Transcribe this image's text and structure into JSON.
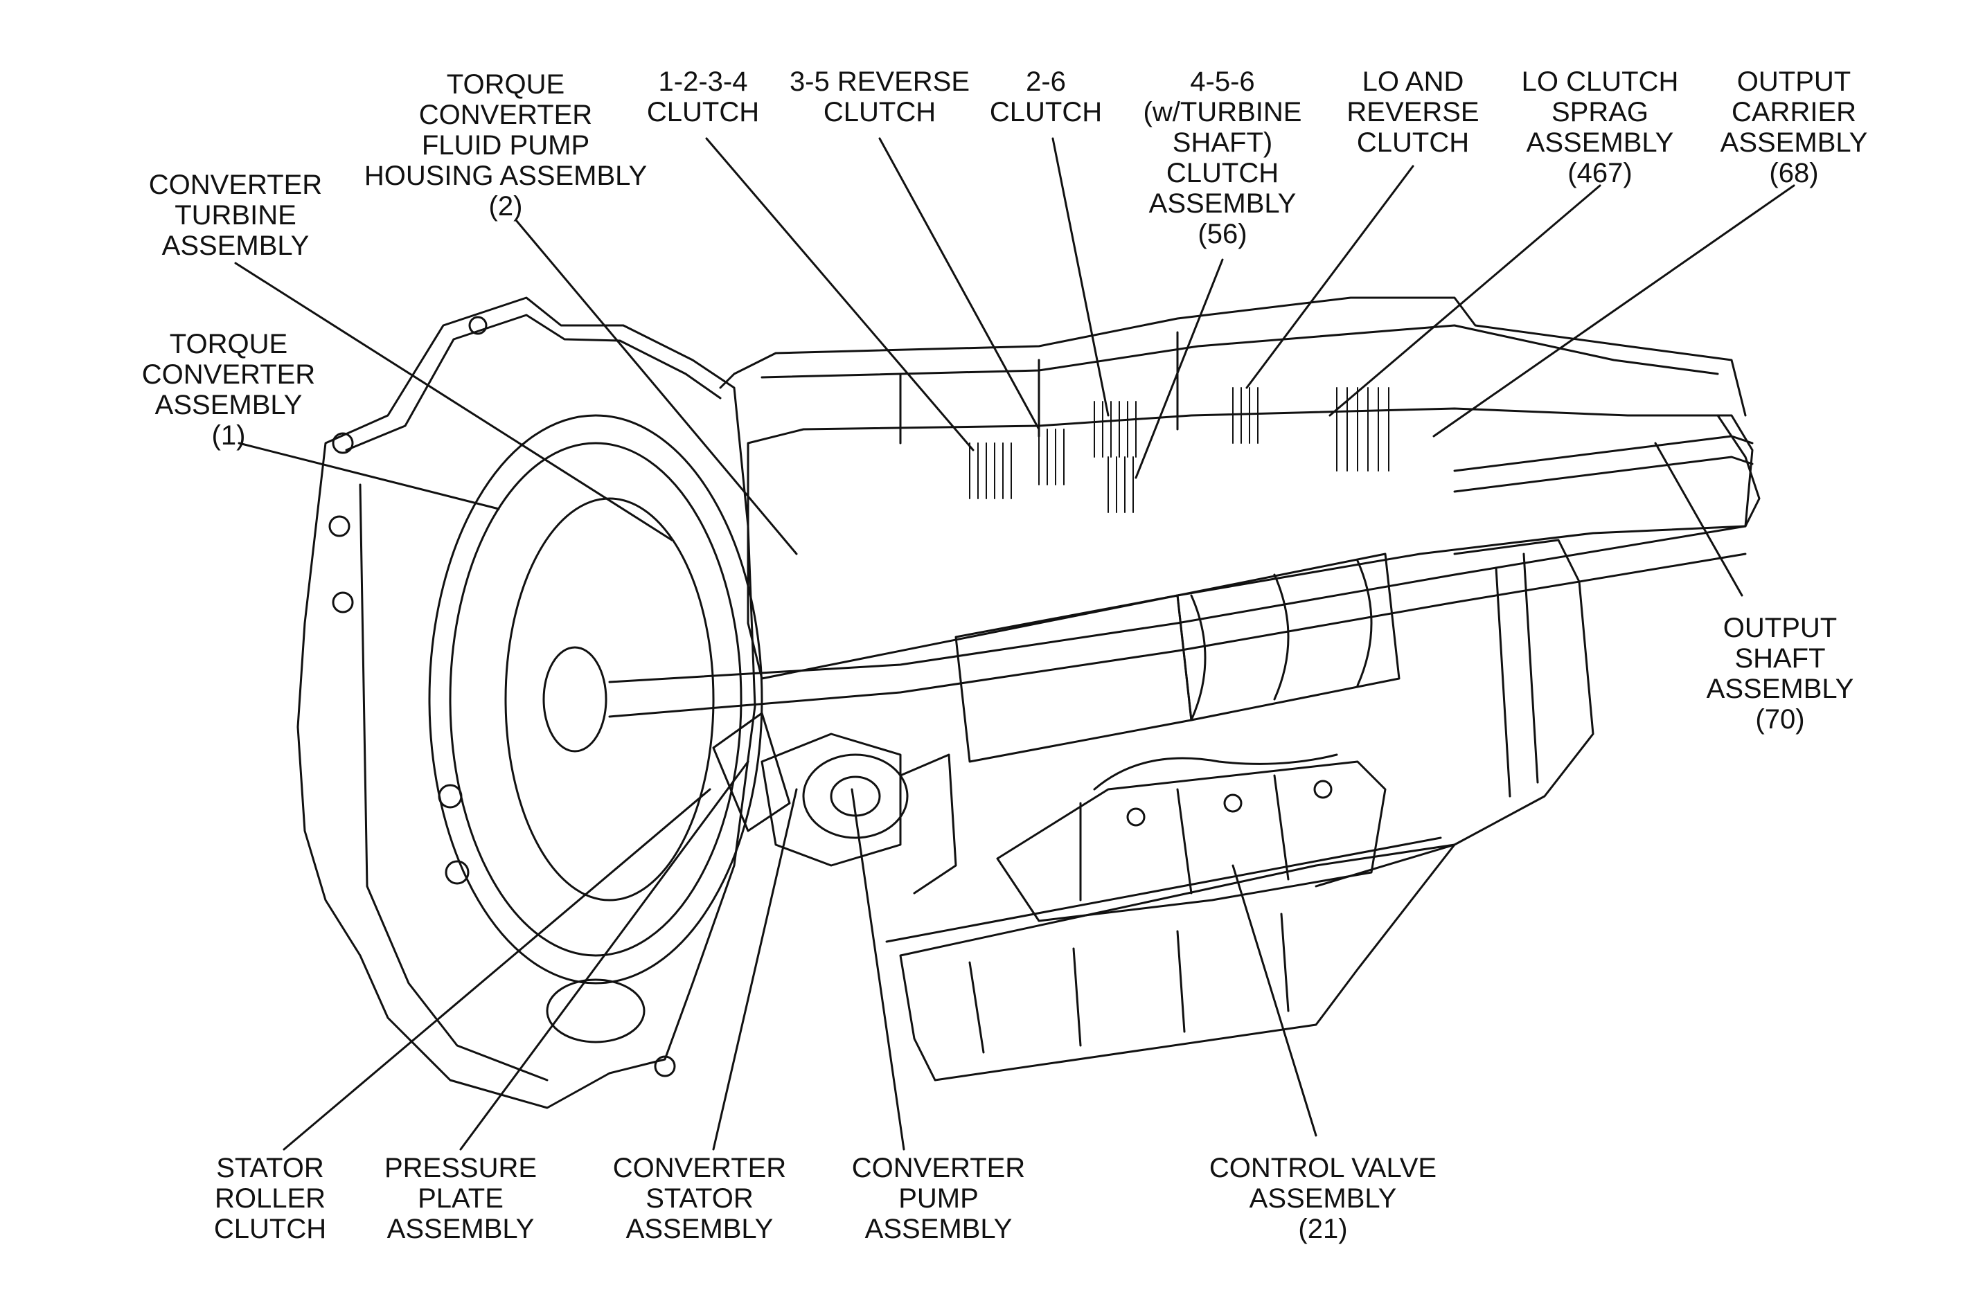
{
  "labels": [
    {
      "id": "torque-converter-fluid-pump-housing",
      "lines": [
        "TORQUE",
        "CONVERTER",
        "FLUID PUMP",
        "HOUSING ASSEMBLY",
        "(2)"
      ]
    },
    {
      "id": "clutch-1234",
      "lines": [
        "1-2-3-4",
        "CLUTCH"
      ]
    },
    {
      "id": "reverse-clutch-35",
      "lines": [
        "3-5 REVERSE",
        "CLUTCH"
      ]
    },
    {
      "id": "clutch-26",
      "lines": [
        "2-6",
        "CLUTCH"
      ]
    },
    {
      "id": "clutch-456",
      "lines": [
        "4-5-6",
        "(w/TURBINE",
        "SHAFT)",
        "CLUTCH",
        "ASSEMBLY",
        "(56)"
      ]
    },
    {
      "id": "lo-reverse-clutch",
      "lines": [
        "LO AND",
        "REVERSE",
        "CLUTCH"
      ]
    },
    {
      "id": "lo-clutch-sprag",
      "lines": [
        "LO CLUTCH",
        "SPRAG",
        "ASSEMBLY",
        "(467)"
      ]
    },
    {
      "id": "output-carrier",
      "lines": [
        "OUTPUT",
        "CARRIER",
        "ASSEMBLY",
        "(68)"
      ]
    },
    {
      "id": "converter-turbine",
      "lines": [
        "CONVERTER",
        "TURBINE",
        "ASSEMBLY"
      ]
    },
    {
      "id": "torque-converter-assembly",
      "lines": [
        "TORQUE",
        "CONVERTER",
        "ASSEMBLY",
        "(1)"
      ]
    },
    {
      "id": "output-shaft",
      "lines": [
        "OUTPUT",
        "SHAFT",
        "ASSEMBLY",
        "(70)"
      ]
    },
    {
      "id": "stator-roller-clutch",
      "lines": [
        "STATOR",
        "ROLLER",
        "CLUTCH"
      ]
    },
    {
      "id": "pressure-plate",
      "lines": [
        "PRESSURE",
        "PLATE",
        "ASSEMBLY"
      ]
    },
    {
      "id": "converter-stator",
      "lines": [
        "CONVERTER",
        "STATOR",
        "ASSEMBLY"
      ]
    },
    {
      "id": "converter-pump",
      "lines": [
        "CONVERTER",
        "PUMP",
        "ASSEMBLY"
      ]
    },
    {
      "id": "control-valve",
      "lines": [
        "CONTROL VALVE",
        "ASSEMBLY",
        "(21)"
      ]
    }
  ],
  "colors": {
    "ink": "#111111",
    "background": "#ffffff"
  }
}
